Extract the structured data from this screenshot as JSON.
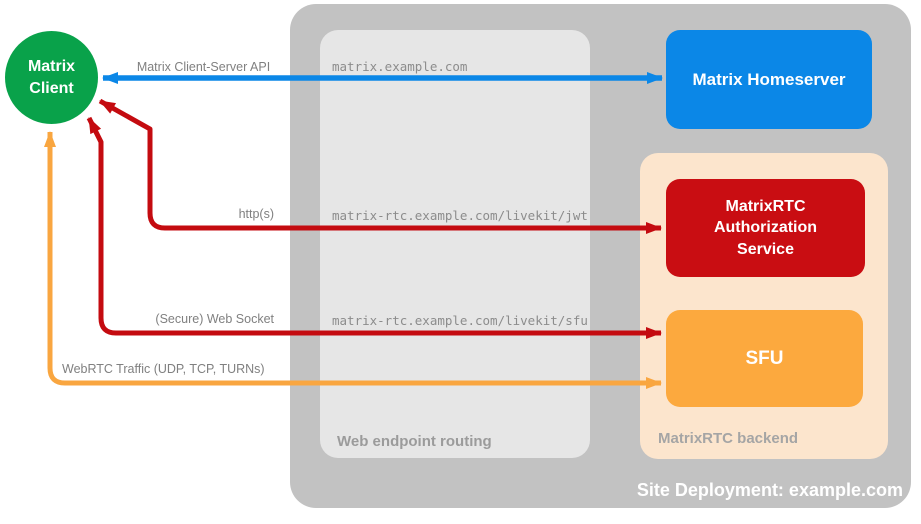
{
  "site": {
    "label": "Site Deployment: example.com",
    "bg": "#c2c2c2"
  },
  "web_routing": {
    "label": "Web endpoint routing",
    "bg": "#e6e6e6",
    "endpoints": [
      "matrix.example.com",
      "matrix-rtc.example.com/livekit/jwt",
      "matrix-rtc.example.com/livekit/sfu"
    ]
  },
  "backend": {
    "label": "MatrixRTC backend",
    "bg": "#fce5cd"
  },
  "nodes": {
    "client": {
      "lines": [
        "Matrix",
        "Client"
      ],
      "bg": "#09a24a"
    },
    "homeserver": {
      "label": "Matrix Homeserver",
      "bg": "#0b87e7"
    },
    "auth": {
      "lines": [
        "MatrixRTC",
        "Authorization",
        "Service"
      ],
      "bg": "#c90d12"
    },
    "sfu": {
      "label": "SFU",
      "bg": "#fca93e"
    }
  },
  "connections": [
    {
      "label": "Matrix Client-Server API",
      "color": "#0b87e7",
      "from": "Matrix Client",
      "to": "Matrix Homeserver"
    },
    {
      "label": "http(s)",
      "color": "#c40b10",
      "from": "Matrix Client",
      "to": "MatrixRTC Authorization Service"
    },
    {
      "label": "(Secure) Web Socket",
      "color": "#c40b10",
      "from": "Matrix Client",
      "to": "SFU"
    },
    {
      "label": "WebRTC Traffic (UDP, TCP, TURNs)",
      "color": "#f9a640",
      "from": "Matrix Client",
      "to": "SFU"
    }
  ]
}
